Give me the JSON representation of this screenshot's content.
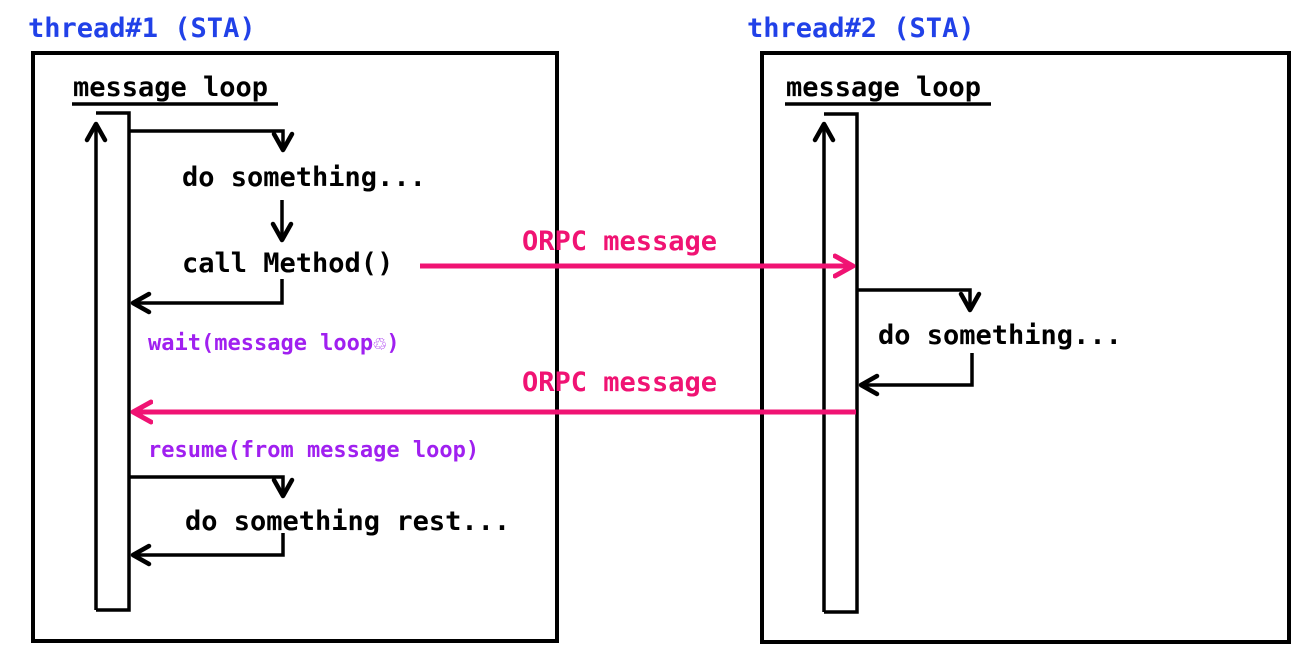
{
  "diagram_title": "ORPC cross-apartment call between two STA threads",
  "colors": {
    "thread_label": "#2141e8",
    "orpc": "#f01373",
    "note": "#a020f0",
    "line": "#000000",
    "background": "#ffffff"
  },
  "threads": [
    {
      "title": "thread#1 (STA)",
      "loop_label": "message loop",
      "steps": {
        "do_something": "do something...",
        "call_method": "call Method()",
        "wait_note": "wait(message loop♲)",
        "resume_note": "resume(from message loop)",
        "do_rest": "do something rest..."
      }
    },
    {
      "title": "thread#2 (STA)",
      "loop_label": "message loop",
      "steps": {
        "do_something": "do something..."
      }
    }
  ],
  "messages": [
    {
      "label": "ORPC message",
      "direction": "thread1-to-thread2"
    },
    {
      "label": "ORPC message",
      "direction": "thread2-to-thread1"
    }
  ]
}
